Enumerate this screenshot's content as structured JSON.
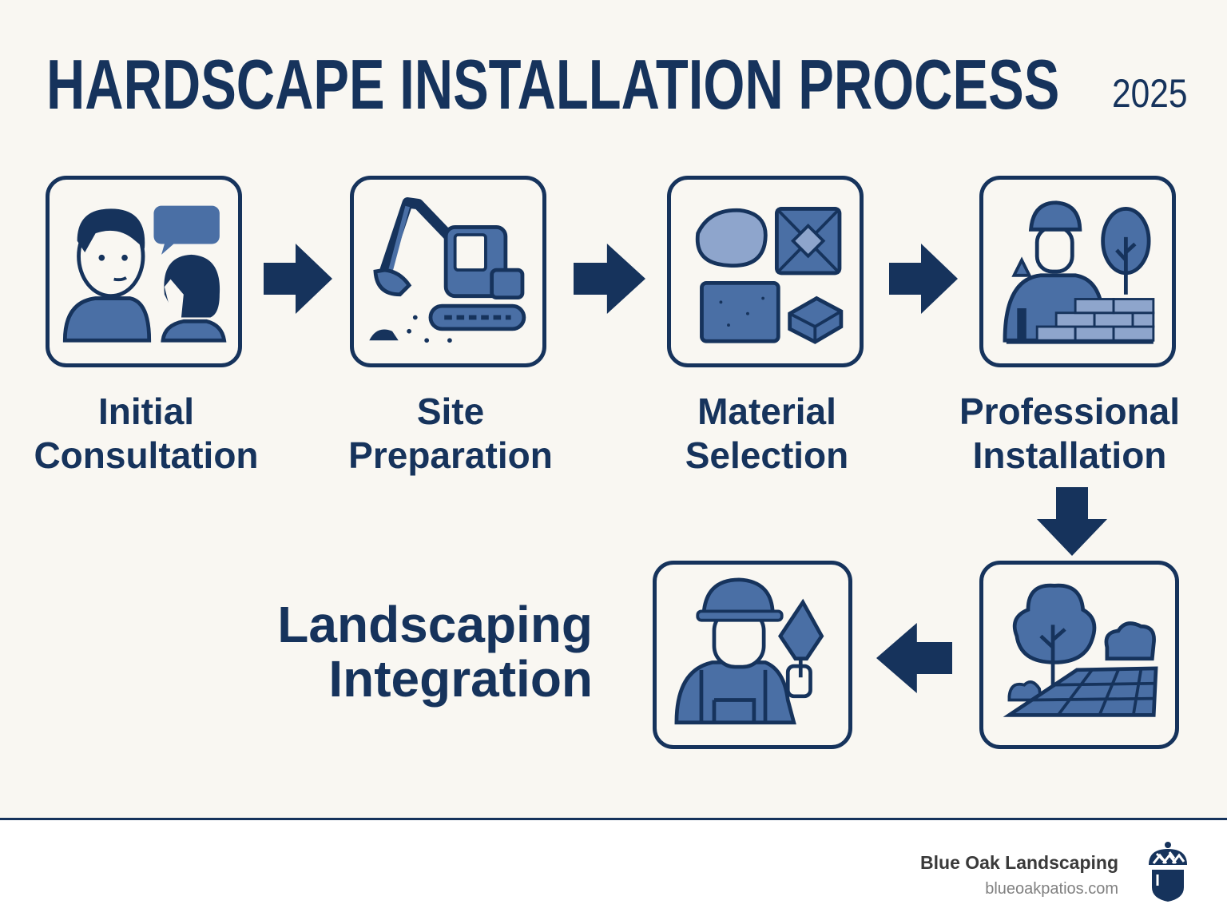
{
  "header": {
    "title": "HARDSCAPE INSTALLATION PROCESS",
    "year": "2025"
  },
  "steps": [
    {
      "line1": "Initial",
      "line2": "Consultation",
      "icon": "consultation-icon"
    },
    {
      "line1": "Site",
      "line2": "Preparation",
      "icon": "excavator-icon"
    },
    {
      "line1": "Material",
      "line2": "Selection",
      "icon": "materials-icon"
    },
    {
      "line1": "Professional",
      "line2": "Installation",
      "icon": "worker-bricks-icon"
    },
    {
      "line1": "",
      "line2": "",
      "icon": "finished-patio-icon"
    },
    {
      "line1": "Landscaping",
      "line2": "Integration",
      "icon": "worker-trowel-icon"
    }
  ],
  "footer": {
    "brand": "Blue Oak Landscaping",
    "url": "blueoakpatios.com"
  },
  "colors": {
    "navy": "#16335c",
    "blue": "#4a6fa5",
    "background": "#f9f7f2"
  }
}
